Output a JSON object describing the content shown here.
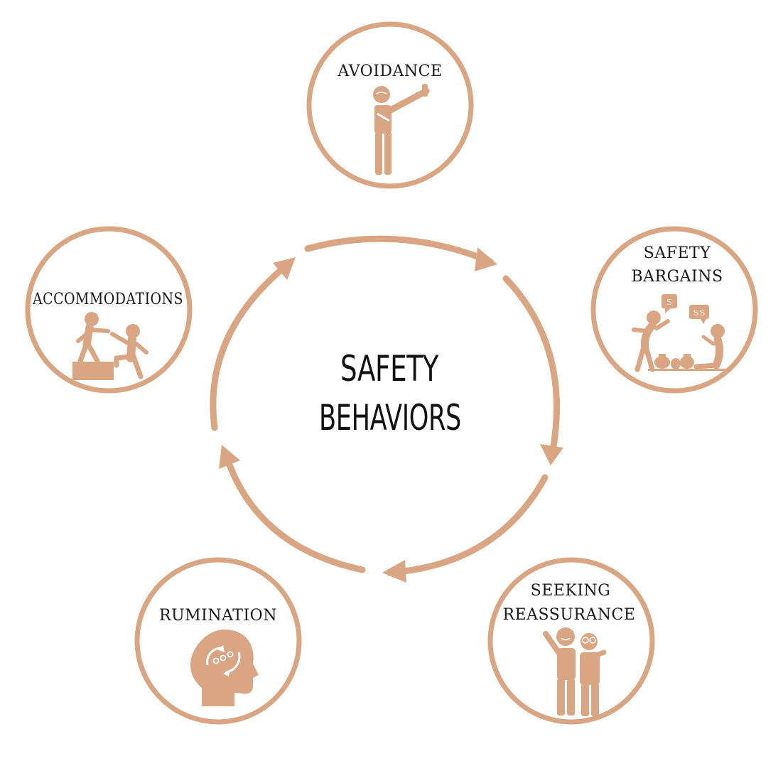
{
  "colors": {
    "accent": "#d9a583",
    "text": "#1a1a1a",
    "background": "#ffffff"
  },
  "center": {
    "title_line1": "SAFETY",
    "title_line2": "BEHAVIORS"
  },
  "nodes": {
    "avoidance": {
      "label": "AVOIDANCE",
      "icon": "person-refusing-icon"
    },
    "safety_bargains": {
      "line1": "SAFETY",
      "line2": "BARGAINS",
      "icon": "bargaining-people-icon",
      "symbol_1": "$",
      "symbol_2": "$$"
    },
    "seeking_reassurance": {
      "line1": "SEEKING",
      "line2": "REASSURANCE",
      "icon": "two-people-embracing-icon"
    },
    "rumination": {
      "label": "RUMINATION",
      "icon": "head-cycle-icon"
    },
    "accommodations": {
      "label": "ACCOMMODATIONS",
      "icon": "helping-hand-step-icon"
    }
  }
}
